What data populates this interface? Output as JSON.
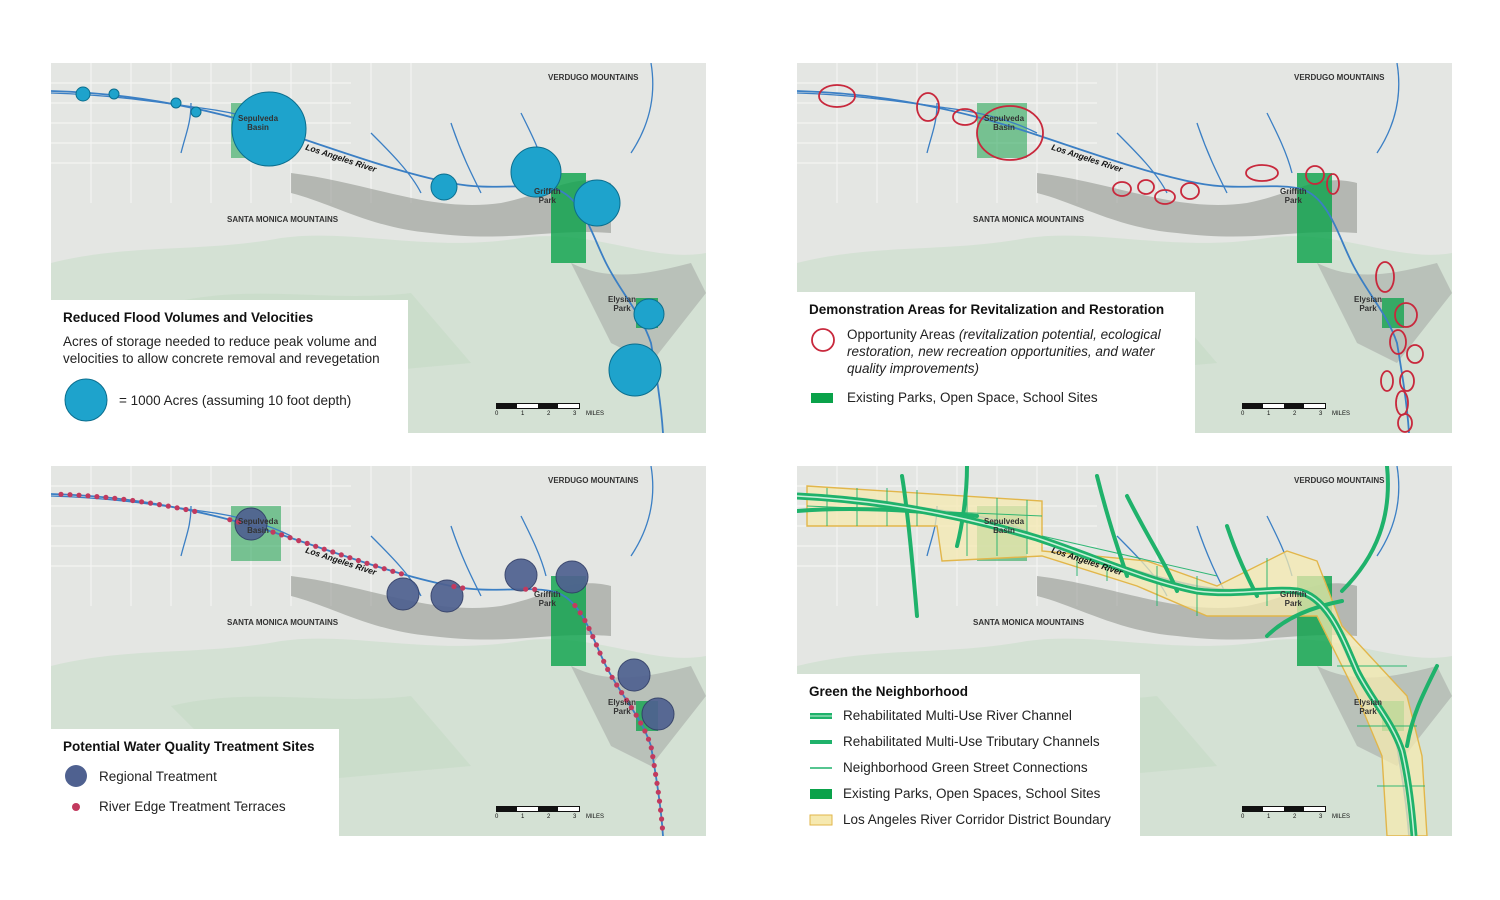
{
  "map_labels": {
    "verdugo": "VERDUGO MOUNTAINS",
    "santa_monica": "SANTA MONICA MOUNTAINS",
    "sepulveda": "Sepulveda\nBasin",
    "river": "Los Angeles River",
    "griffith": "Griffith\nPark",
    "elysian": "Elysian\nPark"
  },
  "scale": {
    "ticks": [
      "0",
      "1",
      "2",
      "3"
    ],
    "unit": "MILES"
  },
  "panels": {
    "flood": {
      "title": "Reduced Flood Volumes and Velocities",
      "description": "Acres of storage needed to reduce peak volume and velocities to allow concrete removal and revegetation",
      "legend_item": "= 1000 Acres (assuming 10 foot depth)"
    },
    "demonstration": {
      "title": "Demonstration Areas for Revitalization and Restoration",
      "opportunity_label": "Opportunity Areas ",
      "opportunity_note": "(revitalization potential, ecological restoration, new recreation opportunities, and water quality improvements)",
      "parks_label": "Existing Parks, Open Space, School Sites"
    },
    "water_quality": {
      "title": "Potential Water Quality Treatment Sites",
      "items": [
        "Regional Treatment",
        "River Edge Treatment Terraces"
      ]
    },
    "green": {
      "title": "Green the Neighborhood",
      "items": [
        "Rehabilitated Multi-Use River Channel",
        "Rehabilitated Multi-Use Tributary Channels",
        "Neighborhood Green Street Connections",
        "Existing Parks, Open Spaces, School Sites",
        "Los Angeles River Corridor District Boundary"
      ]
    }
  },
  "colors": {
    "flood_circle": "#1ea3cc",
    "opportunity_ring": "#c8283c",
    "park_green": "#0aa24a",
    "regional_treatment": "#4f6190",
    "terrace_dot": "#c23a5e",
    "channel_green": "#1fb26b",
    "corridor_fill": "#f6e9b0",
    "corridor_stroke": "#e2b64a",
    "river_blue": "#3b7fc4"
  }
}
